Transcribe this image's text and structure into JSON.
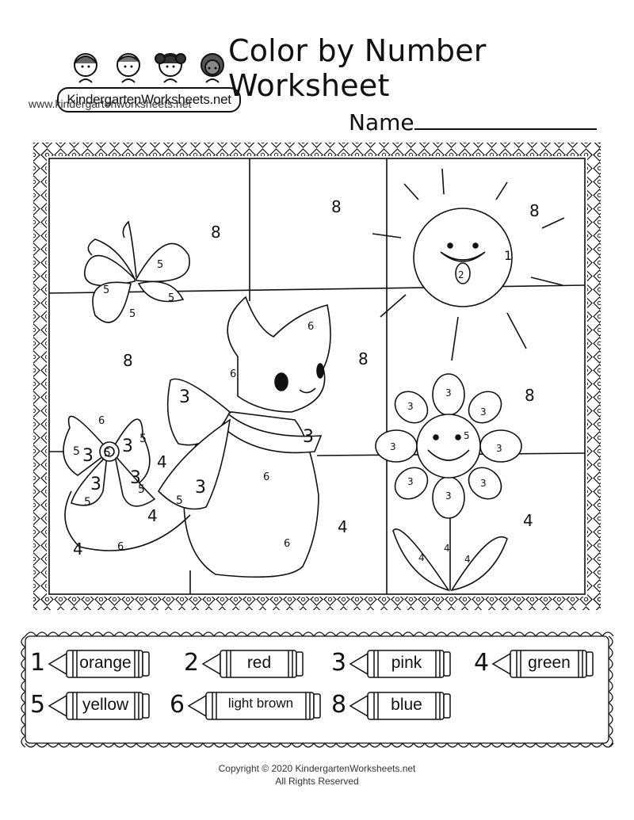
{
  "header": {
    "logo_text": "KindergartenWorksheets.net",
    "site_url": "www.kindergartenworksheets.net",
    "title": "Color by Number Worksheet",
    "name_label": "Name"
  },
  "legend": [
    {
      "number": "1",
      "color": "orange"
    },
    {
      "number": "2",
      "color": "red"
    },
    {
      "number": "3",
      "color": "pink"
    },
    {
      "number": "4",
      "color": "green"
    },
    {
      "number": "5",
      "color": "yellow"
    },
    {
      "number": "6",
      "color": "light brown"
    },
    {
      "number": "8",
      "color": "blue"
    }
  ],
  "footer": {
    "copyright": "Copyright © 2020 KindergartenWorksheets.net",
    "rights": "All Rights Reserved"
  }
}
